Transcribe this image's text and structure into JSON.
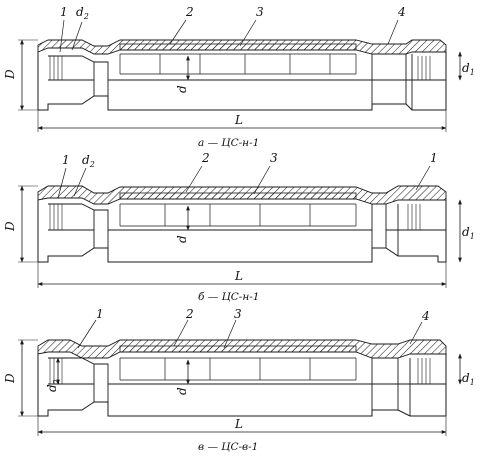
{
  "figure": {
    "background": "#ffffff",
    "ink": "#1a1a1a",
    "hatch": "#222222",
    "variants": [
      {
        "caption": "а — ЦС-н-1",
        "callouts": [
          "1",
          "2",
          "3",
          "4"
        ],
        "dimensions": {
          "d2": "d",
          "d2_sub": "2",
          "d": "d",
          "d1": "d",
          "d1_sub": "1",
          "D": "D",
          "L": "L"
        }
      },
      {
        "caption": "б — ЦС-н-1",
        "callouts": [
          "1",
          "2",
          "3",
          "1"
        ],
        "dimensions": {
          "d2": "d",
          "d2_sub": "2",
          "d": "d",
          "d1": "d",
          "d1_sub": "1",
          "D": "D",
          "L": "L"
        }
      },
      {
        "caption": "в — ЦС-в-1",
        "callouts": [
          "1",
          "2",
          "3",
          "4"
        ],
        "dimensions": {
          "d2": "d",
          "d2_sub": "2",
          "d": "d",
          "d1": "d",
          "d1_sub": "1",
          "D": "D",
          "L": "L"
        }
      }
    ]
  }
}
